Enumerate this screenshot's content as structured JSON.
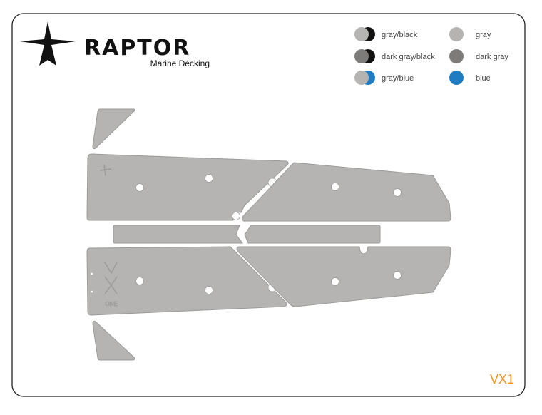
{
  "brand": {
    "name": "RAPTOR",
    "subtitle": "Marine Decking"
  },
  "legend": [
    {
      "label": "gray/black",
      "colors": [
        "#b5b4b2",
        "#111111"
      ]
    },
    {
      "label": "gray",
      "colors": [
        "#b5b4b2"
      ]
    },
    {
      "label": "dark gray/black",
      "colors": [
        "#7d7c7b",
        "#111111"
      ]
    },
    {
      "label": "dark gray",
      "colors": [
        "#7d7c7b"
      ]
    },
    {
      "label": "gray/blue",
      "colors": [
        "#b5b4b2",
        "#1f7cc2"
      ]
    },
    {
      "label": "blue",
      "colors": [
        "#1f7cc2"
      ]
    }
  ],
  "model": {
    "code": "VX1",
    "color": "#f0921e"
  },
  "deck": {
    "part_color": "#b5b4b2",
    "engraving_text": "ONE"
  }
}
